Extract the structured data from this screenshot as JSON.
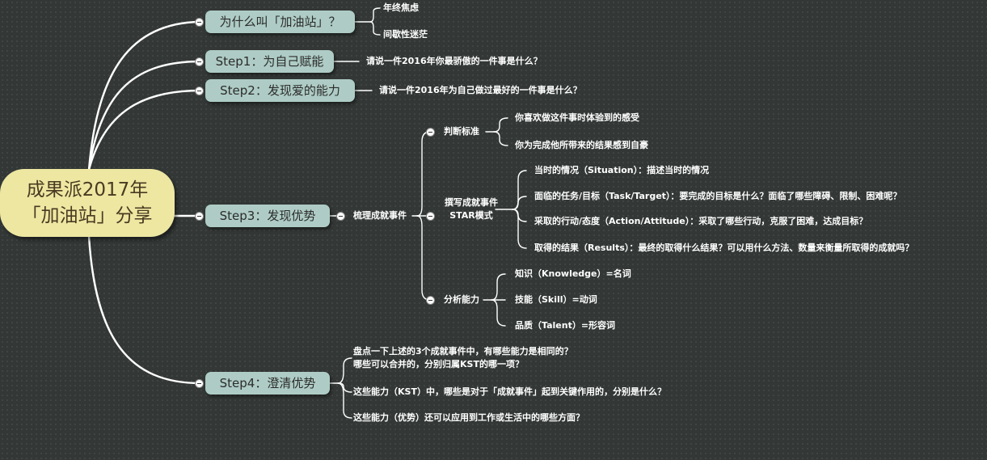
{
  "root": {
    "line1": "成果派2017年",
    "line2": "「加油站」分享"
  },
  "main": [
    {
      "label": "为什么叫「加油站」？",
      "children": [
        "年终焦虑",
        "间歇性迷茫"
      ]
    },
    {
      "label": "Step1：为自己赋能",
      "children": [
        "请说一件2016年你最骄傲的一件事是什么？"
      ]
    },
    {
      "label": "Step2：发现爱的能力",
      "children": [
        "请说一件2016年为自己做过最好的一件事是什么？"
      ]
    },
    {
      "label": "Step3：发现优势",
      "sub": "梳理成就事件"
    },
    {
      "label": "Step4：澄清优势"
    }
  ],
  "step3": {
    "judge": {
      "label": "判断标准",
      "items": [
        "你喜欢做这件事时体验到的感受",
        "你为完成他所带来的结果感到自豪"
      ]
    },
    "star": {
      "label1": "撰写成就事件",
      "label2": "STAR模式",
      "items": [
        "当时的情况（Situation）：描述当时的情况",
        "面临的任务/目标（Task/Target）：要完成的目标是什么？面临了哪些障碍、限制、困难呢？",
        "采取的行动/态度（Action/Attitude）：采取了哪些行动，克服了困难，达成目标？",
        "取得的结果（Results）：最终的取得什么结果？可以用什么方法、数量来衡量所取得的成就吗？"
      ]
    },
    "analysis": {
      "label": "分析能力",
      "items": [
        "知识（Knowledge）=名词",
        "技能（Skill）=动词",
        "品质（Talent）=形容词"
      ]
    }
  },
  "step4": {
    "items": [
      "盘点一下上述的3个成就事件中，有哪些能力是相同的？",
      "哪些可以合并的，分别归属KST的哪一项？",
      "这些能力（KST）中，哪些是对于「成就事件」起到关键作用的，分别是什么？",
      "这些能力（优势）还可以应用到工作或生活中的哪些方面？"
    ]
  }
}
